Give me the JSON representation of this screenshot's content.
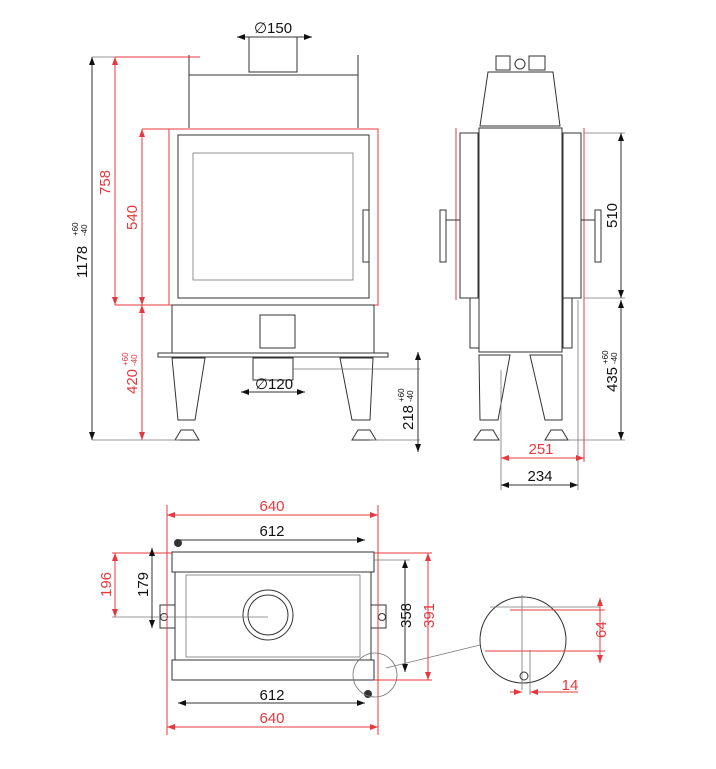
{
  "colors": {
    "dimension_red": "#e8383d",
    "line": "#333333"
  },
  "front_view": {
    "flue_top": "∅150",
    "flue_bottom": "∅120",
    "total_height": "1178",
    "total_height_tol_plus": "+60",
    "total_height_tol_minus": "-40",
    "frame_height": "758",
    "door_height": "540",
    "base_height": "420",
    "base_height_tol_plus": "+60",
    "base_height_tol_minus": "-40",
    "inlet_height": "218",
    "inlet_height_tol_plus": "+60",
    "inlet_height_tol_minus": "-40"
  },
  "side_view": {
    "door_height": "510",
    "base_height": "435",
    "base_height_tol_plus": "+60",
    "base_height_tol_minus": "-40",
    "depth_red": "251",
    "depth": "234"
  },
  "top_view": {
    "width_outer_top": "640",
    "width_inner_top": "612",
    "width_inner_bottom": "612",
    "width_outer_bottom": "640",
    "offset_red": "196",
    "offset": "179",
    "depth": "358",
    "depth_red": "391"
  },
  "detail_view": {
    "height": "64",
    "gap": "14"
  }
}
